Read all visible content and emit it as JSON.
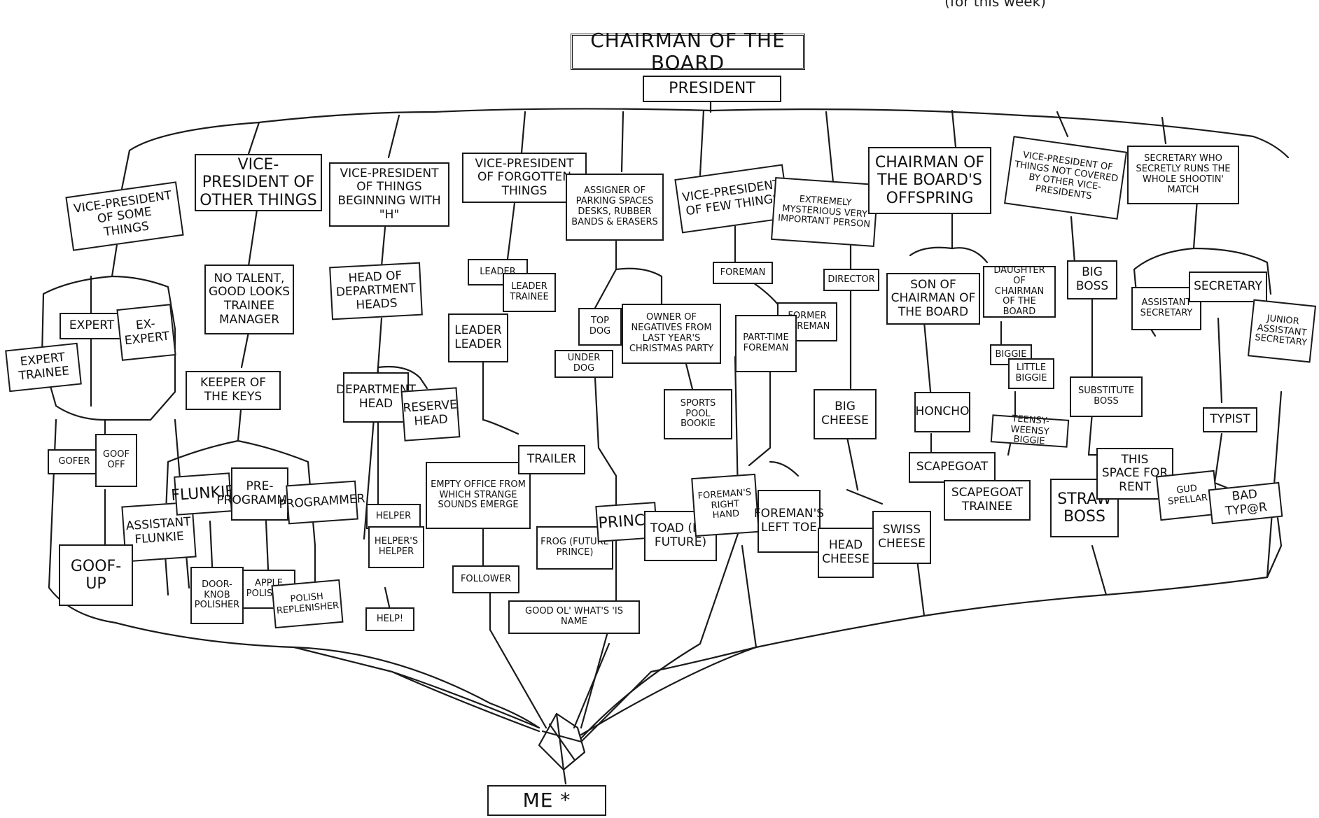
{
  "note": "(for this week)",
  "top": {
    "chairman": "CHAIRMAN OF THE BOARD",
    "president": "PRESIDENT"
  },
  "vps": {
    "some_things": "VICE-PRESIDENT OF SOME THINGS",
    "other_things": "VICE-PRESIDENT OF OTHER THINGS",
    "things_h": "VICE-PRESIDENT OF THINGS BEGINNING WITH \"H\"",
    "forgotten": "VICE-PRESIDENT OF FORGOTTEN THINGS",
    "assigner": "ASSIGNER OF PARKING SPACES DESKS, RUBBER BANDS & ERASERS",
    "few_things": "VICE-PRESIDENT OF FEW THINGS",
    "mysterious": "EXTREMELY MYSTERIOUS VERY IMPORTANT PERSON",
    "offspring": "CHAIRMAN OF THE BOARD'S OFFSPRING",
    "not_covered": "VICE-PRESIDENT OF THINGS NOT COVERED BY OTHER VICE-PRESIDENTS",
    "secretary_runs": "SECRETARY WHO SECRETLY RUNS THE WHOLE SHOOTIN' MATCH"
  },
  "roles": {
    "expert": "EXPERT",
    "ex_expert": "EX-EXPERT",
    "expert_trainee": "EXPERT TRAINEE",
    "gofer": "GOFER",
    "goof_off": "GOOF OFF",
    "assistant_flunkie": "ASSISTANT FLUNKIE",
    "goof_up": "GOOF-UP",
    "no_talent": "NO TALENT, GOOD LOOKS TRAINEE MANAGER",
    "keeper": "KEEPER OF THE KEYS",
    "flunkie": "FLUNKIE",
    "pre_programmer": "PRE-PROGRAMMER",
    "programmer": "PROGRAMMER",
    "door_knob": "DOOR-KNOB POLISHER",
    "apple_polisher": "APPLE POLISHER",
    "polish_replenisher": "POLISH REPLENISHER",
    "head_of_heads": "HEAD OF DEPARTMENT HEADS",
    "dept_head": "DEPARTMENT HEAD",
    "reserve_head": "RESERVE HEAD",
    "helper": "HELPER",
    "helpers_helper": "HELPER'S HELPER",
    "help": "HELP!",
    "leader": "LEADER",
    "leader_trainee": "LEADER TRAINEE",
    "leader_leader": "LEADER LEADER",
    "empty_office": "EMPTY OFFICE FROM WHICH STRANGE SOUNDS EMERGE",
    "trailer": "TRAILER",
    "follower": "FOLLOWER",
    "top_dog": "TOP DOG",
    "under_dog": "UNDER DOG",
    "owner_negatives": "OWNER OF NEGATIVES FROM LAST YEAR'S CHRISTMAS PARTY",
    "sports_bookie": "SPORTS POOL BOOKIE",
    "frog": "FROG (FUTURE PRINCE)",
    "prince": "PRINCE",
    "toad": "TOAD (NO FUTURE)",
    "good_ol": "GOOD OL' WHAT'S 'IS NAME",
    "foreman": "FOREMAN",
    "former_foreman": "FORMER FOREMAN",
    "part_time_foreman": "PART-TIME FOREMAN",
    "foremans_right": "FOREMAN'S RIGHT HAND",
    "foremans_left": "FOREMAN'S LEFT TOE",
    "director": "DIRECTOR",
    "big_cheese": "BIG CHEESE",
    "head_cheese": "HEAD CHEESE",
    "swiss_cheese": "SWISS CHEESE",
    "son": "SON OF CHAIRMAN OF THE BOARD",
    "daughter": "DAUGHTER OF CHAIRMAN OF THE BOARD",
    "honcho": "HONCHO",
    "biggie": "BIGGIE",
    "little_biggie": "LITTLE BIGGIE",
    "teensy_biggie": "TEENSY-WEENSY BIGGIE",
    "scapegoat": "SCAPEGOAT",
    "scapegoat_trainee": "SCAPEGOAT TRAINEE",
    "big_boss": "BIG BOSS",
    "substitute_boss": "SUBSTITUTE BOSS",
    "straw_boss": "STRAW BOSS",
    "space_for_rent": "THIS SPACE FOR RENT",
    "assistant_secretary": "ASSISTANT SECRETARY",
    "secretary": "SECRETARY",
    "junior_assistant": "JUNIOR ASSISTANT SECRETARY",
    "typist": "TYPIST",
    "gud_spellar": "GUD SPELLAR",
    "bad_typer": "BAD TYP@R"
  },
  "bottom": {
    "me": "ME *"
  }
}
